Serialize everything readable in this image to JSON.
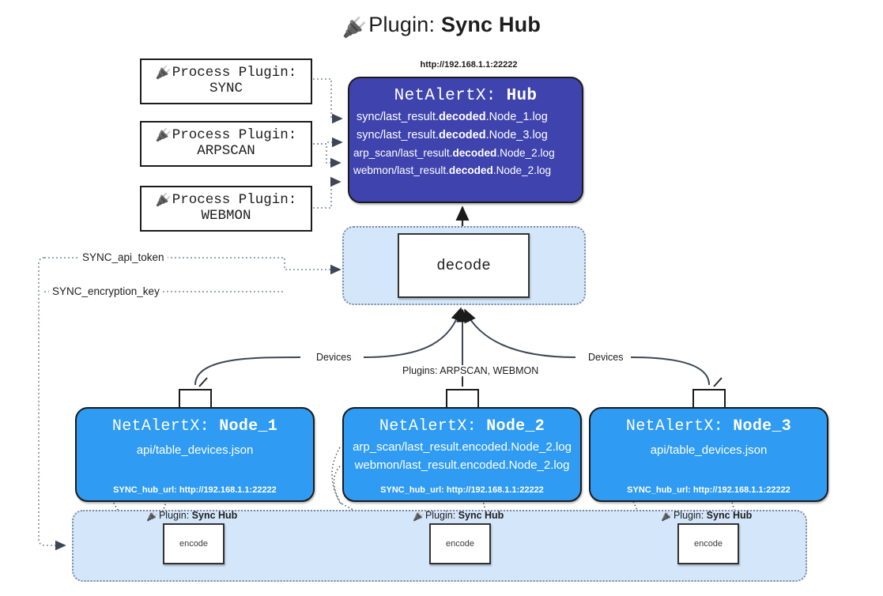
{
  "title": {
    "icon": "plug-icon",
    "prefix": "Plugin: ",
    "name": "Sync Hub"
  },
  "process_plugins": [
    {
      "icon": "plug-icon",
      "line1": "Process Plugin:",
      "line2": "SYNC"
    },
    {
      "icon": "plug-icon",
      "line1": "Process Plugin:",
      "line2": "ARPSCAN"
    },
    {
      "icon": "plug-icon",
      "line1": "Process Plugin:",
      "line2": "WEBMON"
    }
  ],
  "hub": {
    "url": "http://192.168.1.1:22222",
    "title_prefix": "NetAlertX: ",
    "title_name": "Hub",
    "lines": [
      {
        "pre": "sync/last_result.",
        "em": "decoded",
        "post": ".Node_1.log"
      },
      {
        "pre": "sync/last_result.",
        "em": "decoded",
        "post": ".Node_3.log"
      },
      {
        "pre": "arp_scan/last_result.",
        "em": "decoded",
        "post": ".Node_2.log"
      },
      {
        "pre": "webmon/last_result.",
        "em": "decoded",
        "post": ".Node_2.log"
      }
    ]
  },
  "decode": {
    "label": "decode"
  },
  "tokens": [
    {
      "label": "SYNC_api_token"
    },
    {
      "label": "SYNC_encryption_key"
    }
  ],
  "edge_labels": {
    "devices_left": "Devices",
    "devices_right": "Devices",
    "plugins_center": "Plugins: ARPSCAN, WEBMON"
  },
  "nodes": [
    {
      "title_prefix": "NetAlertX: ",
      "title_name": "Node_1",
      "lines": [
        "api/table_devices.json"
      ],
      "footer": "SYNC_hub_url: http://192.168.1.1:22222",
      "icon": "envelope-icon"
    },
    {
      "title_prefix": "NetAlertX: ",
      "title_name": "Node_2",
      "lines": [
        "arp_scan/last_result.encoded.Node_2.log",
        "webmon/last_result.encoded.Node_2.log"
      ],
      "footer": "SYNC_hub_url: http://192.168.1.1:22222",
      "icon": "envelope-icon"
    },
    {
      "title_prefix": "NetAlertX: ",
      "title_name": "Node_3",
      "lines": [
        "api/table_devices.json"
      ],
      "footer": "SYNC_hub_url: http://192.168.1.1:22222",
      "icon": "envelope-icon"
    }
  ],
  "encoders": [
    {
      "icon": "plug-icon",
      "label_prefix": "Plugin: ",
      "label_name": "Sync Hub",
      "box": "encode"
    },
    {
      "icon": "plug-icon",
      "label_prefix": "Plugin: ",
      "label_name": "Sync Hub",
      "box": "encode"
    },
    {
      "icon": "plug-icon",
      "label_prefix": "Plugin: ",
      "label_name": "Sync Hub",
      "box": "encode"
    }
  ],
  "colors": {
    "hub": "#3f43ad",
    "node": "#2f9bf2",
    "container": "#d4e7fa",
    "stroke": "#1b1b1b",
    "dotted": "#7e8aa0"
  }
}
